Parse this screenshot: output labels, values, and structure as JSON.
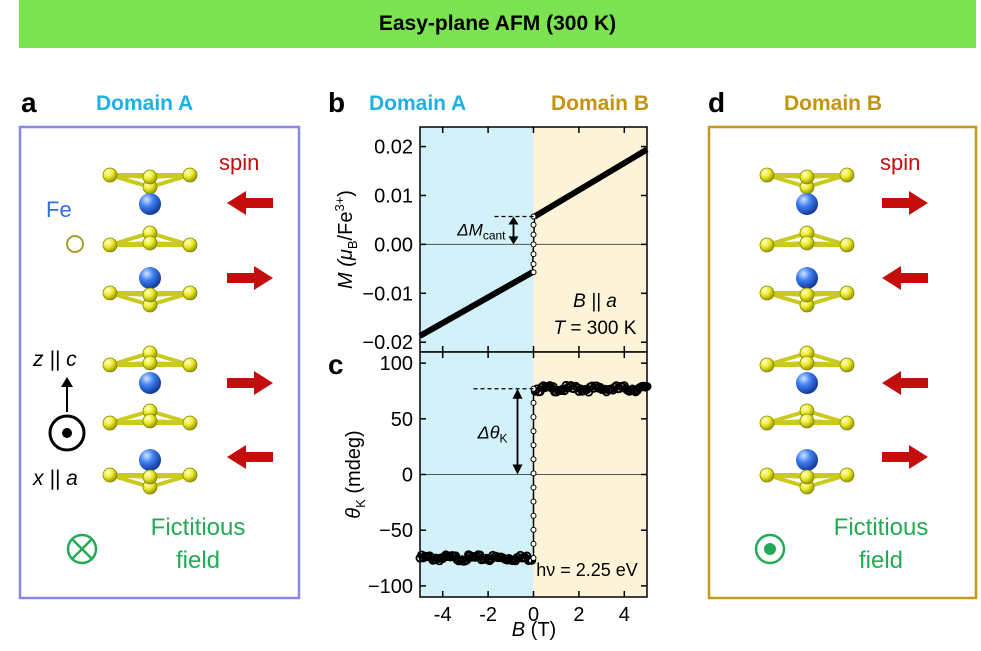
{
  "banner": {
    "title": "Easy-plane AFM (300 K)"
  },
  "panels": {
    "a": "a",
    "b": "b",
    "c": "c",
    "d": "d"
  },
  "domains": {
    "a_label": "Domain A",
    "d_label": "Domain B",
    "b_left": "Domain A",
    "b_right": "Domain B"
  },
  "panel_a": {
    "spin": "spin",
    "fe": "Fe",
    "o": "O",
    "z_axis": "z || c",
    "x_axis": "x || a",
    "fictitious_1": "Fictitious",
    "fictitious_2": "field",
    "spins": [
      "left",
      "right",
      "right",
      "left"
    ]
  },
  "panel_d": {
    "spin": "spin",
    "fictitious_1": "Fictitious",
    "fictitious_2": "field",
    "spins": [
      "right",
      "left",
      "left",
      "right"
    ]
  },
  "colors": {
    "banner": "#7be34f",
    "domain_a": "#1fb0e6",
    "domain_b": "#c49410",
    "frame_a": "#8a88e6",
    "frame_d": "#c49a1a",
    "spin_arrow": "#c40e0e",
    "fictitious": "#22aa55",
    "fe": "#2f6fe0",
    "o": "#e3e32a",
    "shade_a": "#d3f1f8",
    "shade_b": "#fcf3d8"
  },
  "chart_data": [
    {
      "type": "line",
      "panel": "b",
      "xlim": [
        -5,
        5
      ],
      "ylim": [
        -0.022,
        0.024
      ],
      "yticks": [
        "0.02",
        "0.01",
        "0.00",
        "−0.01",
        "−0.02"
      ],
      "ytick_values": [
        0.02,
        0.01,
        0.0,
        -0.01,
        -0.02
      ],
      "ylabel_main": "M (μ",
      "ylabel_sub": "B",
      "ylabel_tail": "/Fe",
      "ylabel_sup": "3+",
      "ylabel_close": ")",
      "series": [
        {
          "x": [
            -5,
            -0.05
          ],
          "y": [
            -0.0187,
            -0.0057
          ]
        },
        {
          "x": [
            -0.05,
            0,
            0.05
          ],
          "y": [
            -0.0057,
            0.0,
            0.0057
          ]
        },
        {
          "x": [
            0.05,
            5
          ],
          "y": [
            0.0057,
            0.0194
          ]
        }
      ],
      "delta_label": "ΔM",
      "delta_sub": "cant",
      "annotation_1": "B || a",
      "annotation_2_var": "T",
      "annotation_2_rest": " = 300 K"
    },
    {
      "type": "scatter",
      "panel": "c",
      "xlim": [
        -5,
        5
      ],
      "ylim": [
        -110,
        110
      ],
      "xticks": [
        "-4",
        "-2",
        "0",
        "2",
        "4"
      ],
      "xtick_values": [
        -4,
        -2,
        0,
        2,
        4
      ],
      "yticks": [
        "100",
        "50",
        "0",
        "−50",
        "−100"
      ],
      "ytick_values": [
        100,
        50,
        0,
        -50,
        -100
      ],
      "xlabel": "B (T)",
      "ylabel_main": "θ",
      "ylabel_sub": "K",
      "ylabel_tail": " (mdeg)",
      "plateau_low": -75,
      "plateau_high": 77,
      "delta_label": "Δθ",
      "delta_sub": "K",
      "annotation": "hν = 2.25 eV"
    }
  ]
}
